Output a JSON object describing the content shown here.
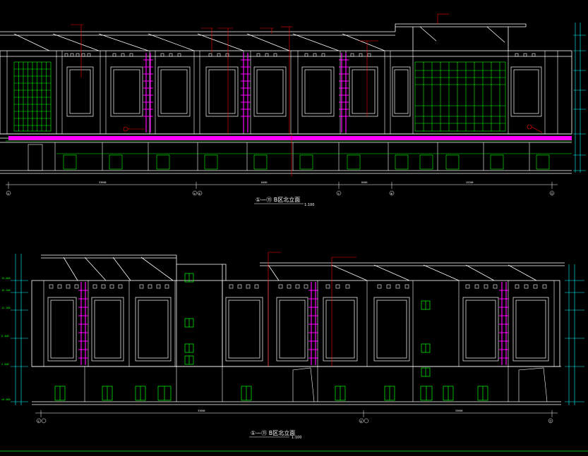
{
  "drawing": {
    "top_title": "①—⑪ B区北立面",
    "top_scale": "1:100",
    "bottom_title": "①—⑪ B区北立面",
    "bottom_scale": "1:100",
    "top_dims": [
      "33600",
      "8400",
      "8400",
      "25200"
    ],
    "bottom_dims": [
      "33600",
      "33600"
    ],
    "axis_tags_top": [
      "①",
      "⑤",
      "⑥",
      "⑦",
      "⑧",
      "⑪"
    ],
    "axis_tags_bottom": [
      "①",
      "⑥",
      "⑪"
    ],
    "level_marks": [
      "±0.000",
      "4.500",
      "8.400",
      "12.300",
      "16.200",
      "19.800"
    ],
    "colors": {
      "background": "#000000",
      "lines": "#ffffff",
      "glazing": "#00ff00",
      "accent": "#ff00ff",
      "leader": "#ff0000",
      "window_frame": "#ffff00"
    }
  }
}
